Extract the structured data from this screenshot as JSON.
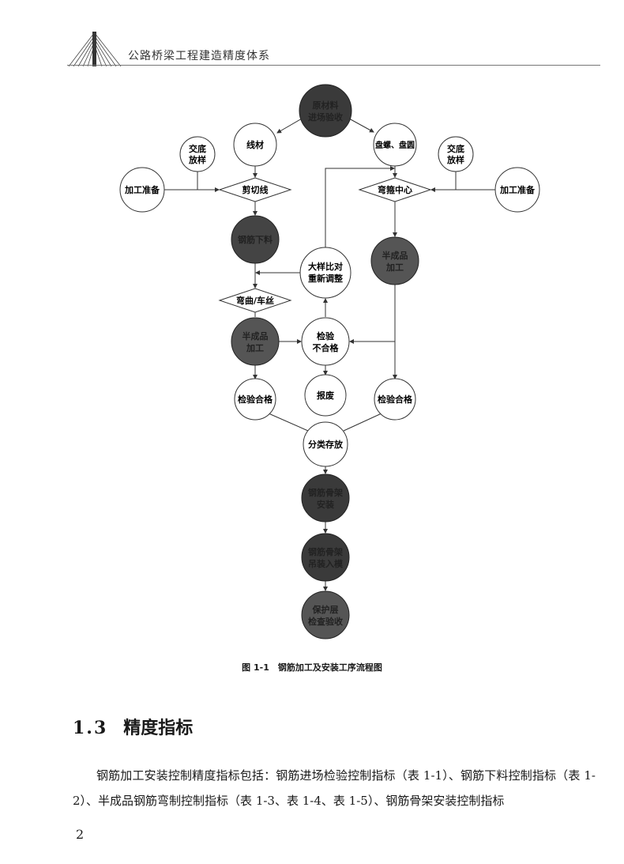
{
  "header": {
    "title": "公路桥梁工程建造精度体系"
  },
  "diagram": {
    "nodes": {
      "raw": [
        "原材料",
        "进场验收"
      ],
      "wire": "线材",
      "coil": "盘螺、盘圆",
      "brief_left": [
        "交底",
        "放样"
      ],
      "brief_right": [
        "交底",
        "放样"
      ],
      "prep_left": "加工准备",
      "prep_right": "加工准备",
      "cut": "剪切线",
      "hoop": "弯箍中心",
      "blank": "钢筋下料",
      "sample": [
        "大样比对",
        "重新调整"
      ],
      "semi_right": [
        "半成品",
        "加工"
      ],
      "bend": "弯曲/车丝",
      "semi_left": [
        "半成品",
        "加工"
      ],
      "fail": [
        "检验",
        "不合格"
      ],
      "pass_left": "检验合格",
      "scrap": "报废",
      "pass_right": "检验合格",
      "store": "分类存放",
      "install": [
        "钢筋骨架",
        "安装"
      ],
      "hoist": [
        "钢筋骨架",
        "吊装入模"
      ],
      "cover": [
        "保护层",
        "检查验收"
      ]
    }
  },
  "caption": "图 1-1　钢筋加工及安装工序流程图",
  "section": {
    "number": "1.3",
    "title": "精度指标"
  },
  "paragraph": "钢筋加工安装控制精度指标包括：钢筋进场检验控制指标（表 1-1）、钢筋下料控制指标（表 1-2）、半成品钢筋弯制控制指标（表 1-3、表 1-4、表 1-5）、钢筋骨架安装控制指标",
  "page_number": "2",
  "colors": {
    "dark_node": "#3a3a3a",
    "mid_node": "#555555",
    "line": "#333333"
  }
}
